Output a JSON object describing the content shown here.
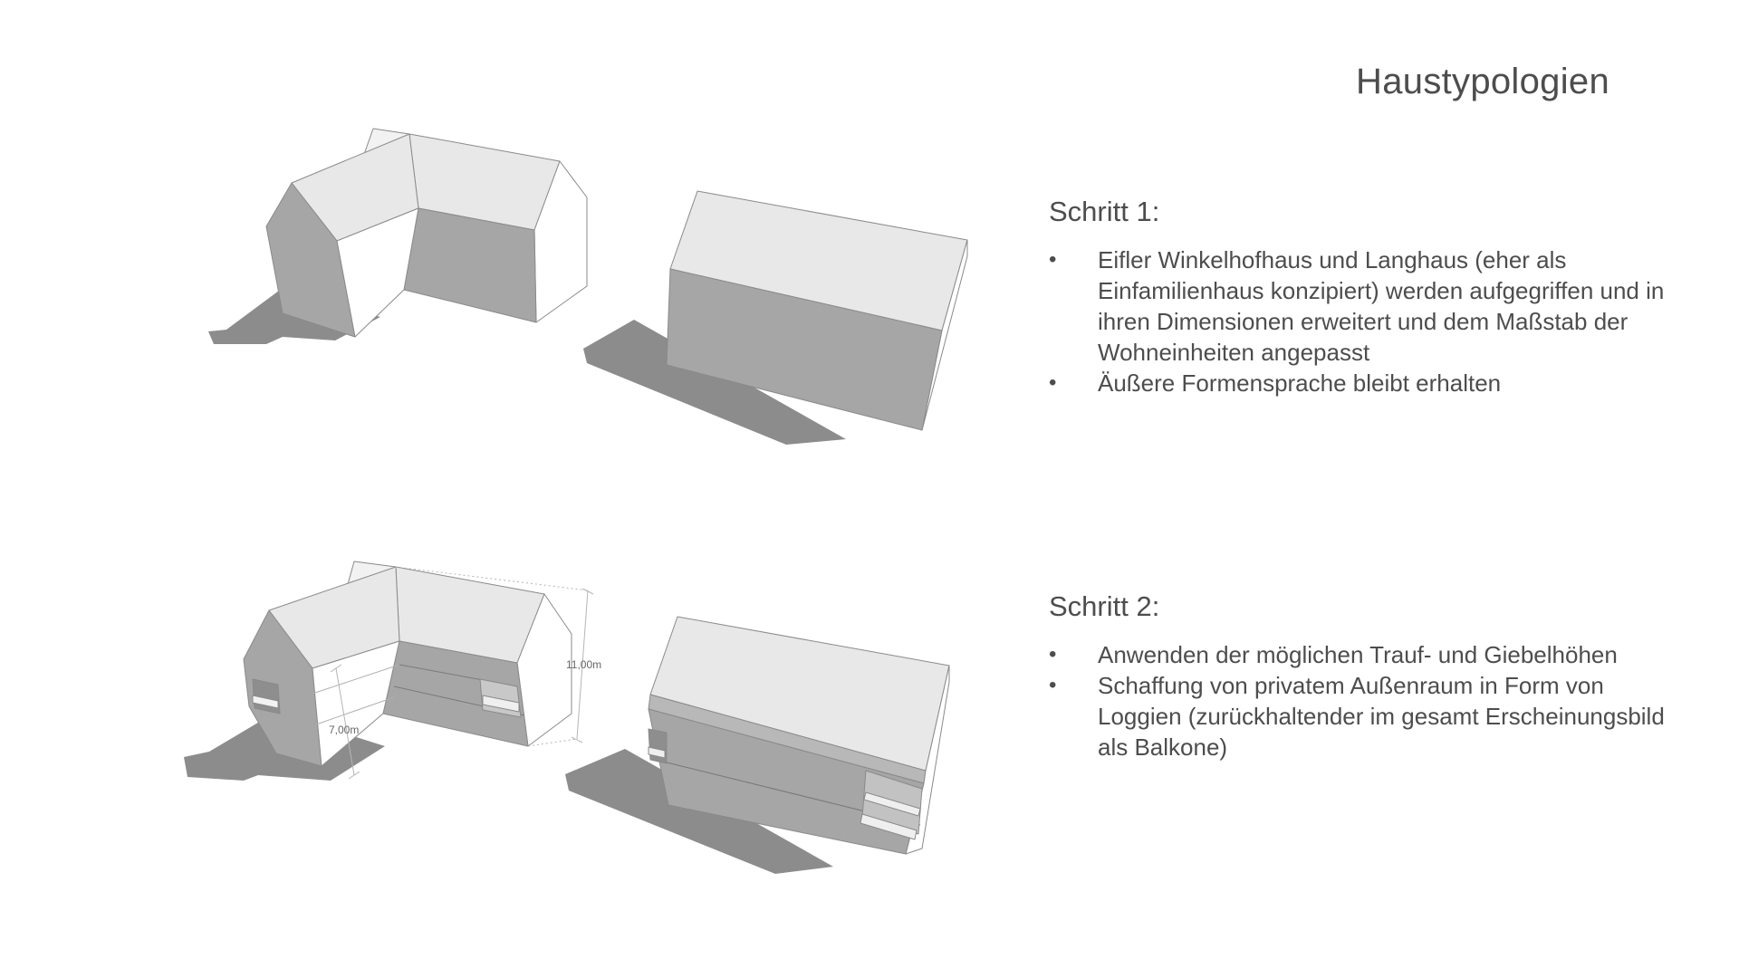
{
  "title": "Haustypologien",
  "steps": [
    {
      "heading": "Schritt 1:",
      "bullets": [
        "Eifler Winkelhofhaus und Langhaus (eher als Einfamilienhaus konzipiert) werden aufgegriffen und in ihren Dimensionen erweitert und dem Maßstab der Wohneinheiten angepasst",
        "Äußere Formensprache bleibt erhalten"
      ]
    },
    {
      "heading": "Schritt 2:",
      "bullets": [
        "Anwenden der möglichen Trauf- und Giebelhöhen",
        "Schaffung von privatem Außenraum in Form von Loggien (zurückhaltender im gesamt Erscheinungsbild als Balkone)"
      ]
    }
  ],
  "dimensions": {
    "eave_height": "7,00m",
    "ridge_height": "11,00m"
  },
  "colors": {
    "roof": "#e8e8e8",
    "wall_light": "#ffffff",
    "wall_dark": "#a6a6a6",
    "shadow": "#8c8c8c",
    "text": "#4d4d4d"
  }
}
